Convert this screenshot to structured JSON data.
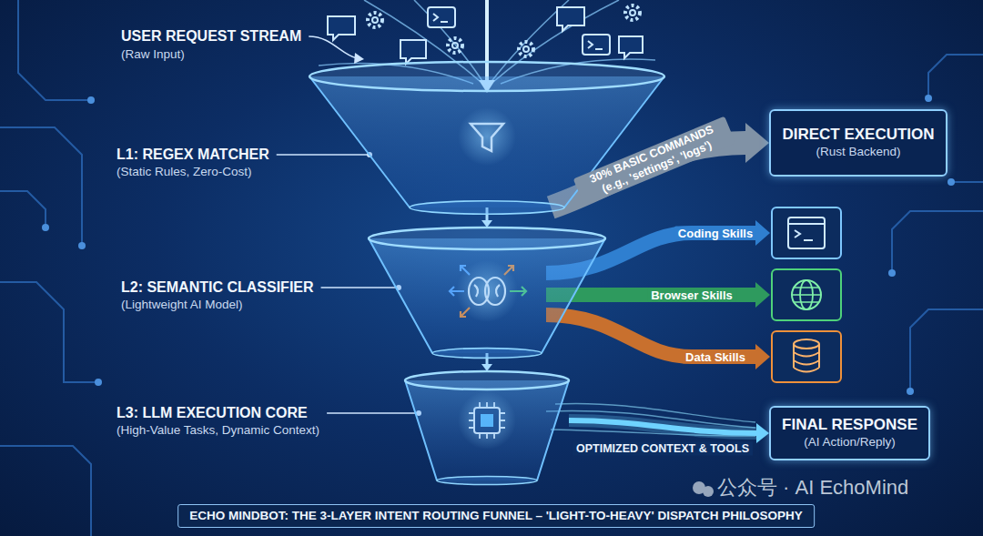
{
  "diagram": {
    "caption": "ECHO MINDBOT: THE 3-LAYER INTENT ROUTING FUNNEL – 'LIGHT-TO-HEAVY' DISPATCH PHILOSOPHY",
    "nodes": [
      {
        "text": [
          "L1: REGEX MATCHER",
          "(Static Rules, Zero-Cost)"
        ]
      },
      {
        "text": [
          "L2: SEMANTIC CLASSIFIER",
          "(Lightweight AI Model)"
        ]
      },
      {
        "text": [
          "L3: LLM EXECUTION CORE",
          "(High-Value Tasks, Dynamic Context)"
        ]
      },
      {
        "text": [
          "DIRECT EXECUTION",
          "(Rust Backend)"
        ]
      },
      {
        "text": [
          "FINAL RESPONSE",
          "(AI Action/Reply)"
        ]
      }
    ],
    "edges": [
      {
        "from": 0,
        "to": 3,
        "label": "30% BASIC COMMANDS (e.g., 'settings', 'logs')",
        "arrow": "to"
      },
      {
        "from": 0,
        "to": 1,
        "arrow": "to"
      },
      {
        "from": 1,
        "to": 2,
        "arrow": "to"
      },
      {
        "from": 2,
        "to": 4,
        "label": "OPTIMIZED CONTEXT & TOOLS",
        "arrow": "to"
      }
    ],
    "labels": [
      "USER REQUEST STREAM",
      "(Raw Input)",
      "Coding Skills",
      "Browser Skills",
      "Data Skills",
      "公众号 · AI EchoMind"
    ]
  }
}
